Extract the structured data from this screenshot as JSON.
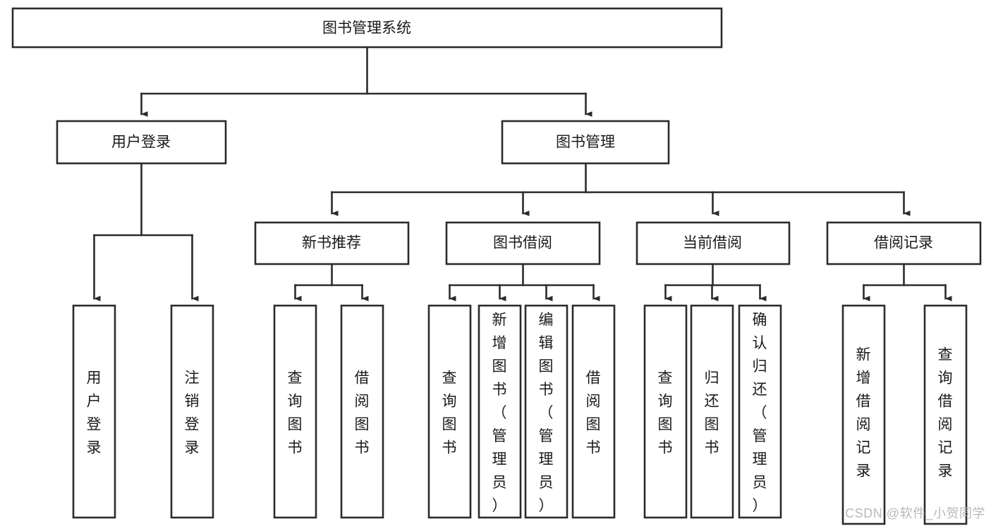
{
  "diagram": {
    "type": "tree-hierarchy-chart",
    "title": "图书管理系统",
    "watermark": "CSDN @软件_小贺同学",
    "colors": {
      "stroke": "#2b2b2b",
      "fill": "#ffffff",
      "text": "#1a1a1a",
      "watermark": "#b9b9b9",
      "background": "#ffffff"
    },
    "root": {
      "label": "图书管理系统",
      "orientation": "horizontal"
    },
    "level2": [
      {
        "label": "用户登录",
        "orientation": "horizontal"
      },
      {
        "label": "图书管理",
        "orientation": "horizontal"
      }
    ],
    "level3": [
      {
        "label": "新书推荐",
        "orientation": "horizontal",
        "parent": "图书管理"
      },
      {
        "label": "图书借阅",
        "orientation": "horizontal",
        "parent": "图书管理"
      },
      {
        "label": "当前借阅",
        "orientation": "horizontal",
        "parent": "图书管理"
      },
      {
        "label": "借阅记录",
        "orientation": "horizontal",
        "parent": "图书管理"
      }
    ],
    "leaves": [
      {
        "label": "用户登录",
        "orientation": "vertical",
        "parent": "用户登录"
      },
      {
        "label": "注销登录",
        "orientation": "vertical",
        "parent": "用户登录"
      },
      {
        "label": "查询图书",
        "orientation": "vertical",
        "parent": "新书推荐"
      },
      {
        "label": "借阅图书",
        "orientation": "vertical",
        "parent": "新书推荐"
      },
      {
        "label": "查询图书",
        "orientation": "vertical",
        "parent": "图书借阅"
      },
      {
        "label": "新增图书（管理员）",
        "orientation": "vertical",
        "parent": "图书借阅"
      },
      {
        "label": "编辑图书（管理员）",
        "orientation": "vertical",
        "parent": "图书借阅"
      },
      {
        "label": "借阅图书",
        "orientation": "vertical",
        "parent": "图书借阅"
      },
      {
        "label": "查询图书",
        "orientation": "vertical",
        "parent": "当前借阅"
      },
      {
        "label": "归还图书",
        "orientation": "vertical",
        "parent": "当前借阅"
      },
      {
        "label": "确认归还（管理员）",
        "orientation": "vertical",
        "parent": "当前借阅"
      },
      {
        "label": "新增借阅记录",
        "orientation": "vertical",
        "parent": "借阅记录"
      },
      {
        "label": "查询借阅记录",
        "orientation": "vertical",
        "parent": "借阅记录"
      }
    ]
  }
}
